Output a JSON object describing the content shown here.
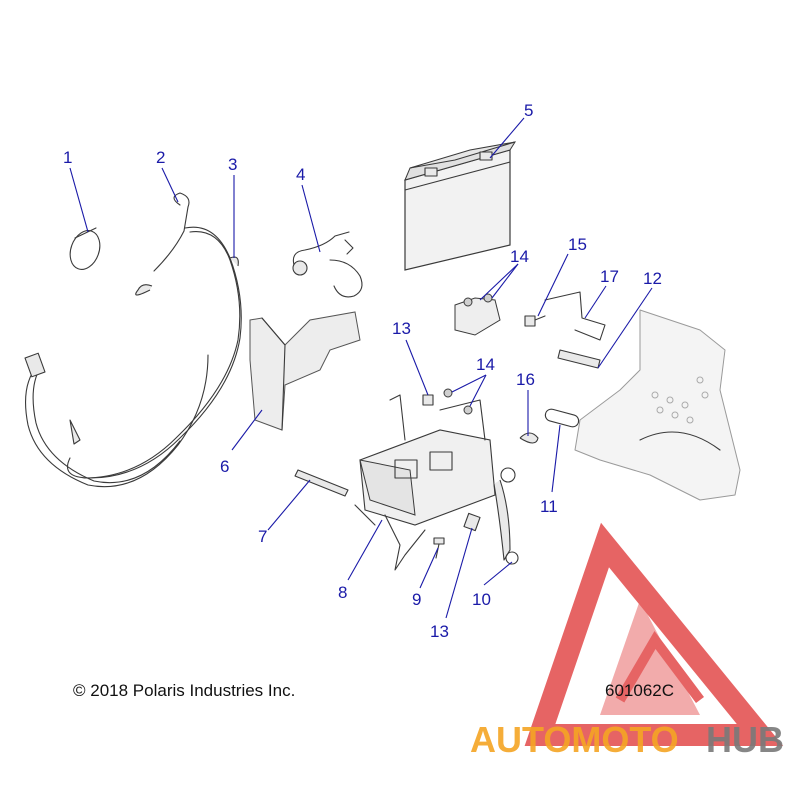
{
  "diagram": {
    "callouts": [
      "1",
      "2",
      "3",
      "4",
      "5",
      "6",
      "7",
      "8",
      "9",
      "10",
      "11",
      "12",
      "13",
      "14",
      "14",
      "15",
      "16",
      "17",
      "13"
    ]
  },
  "footer": {
    "copyright": "© 2018 Polaris Industries Inc.",
    "drawing_number": "601062C"
  },
  "watermark": {
    "text_part1": "AUTOMOTO",
    "text_part2": "HUB"
  },
  "colors": {
    "callout": "#1a1aa8",
    "watermark_red": "#e24a4a",
    "watermark_orange": "#f5a524",
    "watermark_gray": "#7a7a7a"
  }
}
